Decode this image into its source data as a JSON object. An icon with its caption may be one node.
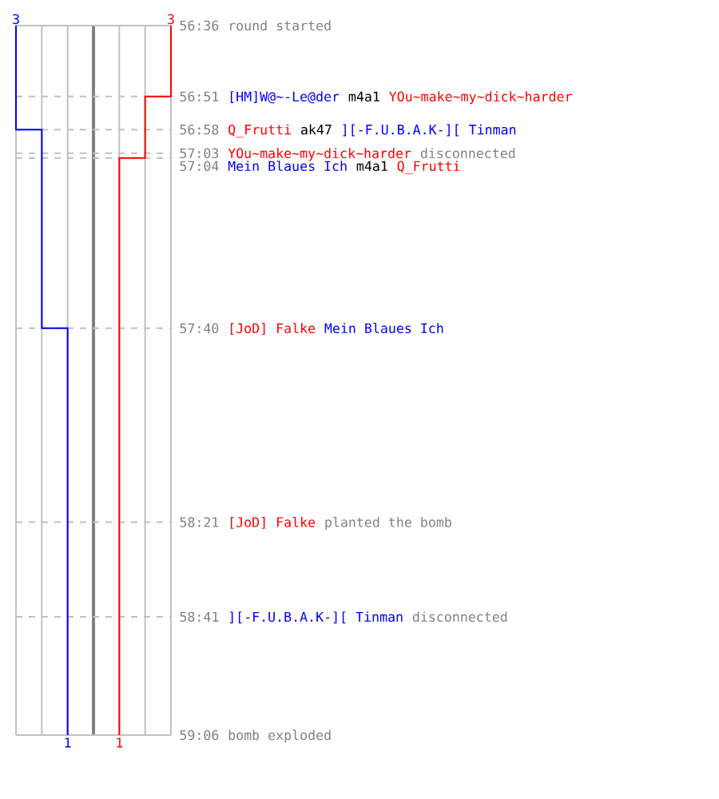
{
  "diagram": {
    "labels": [
      "3",
      "3",
      "56:36",
      "round started",
      "56:51",
      "[HM]W@~-Le@der",
      "m4a1",
      "YOu~make~my~dick~harder",
      "56:58",
      "Q_Frutti",
      "ak47",
      "][-F.U.B.A.K-][ Tinman",
      "57:03",
      "YOu~make~my~dick~harder",
      "disconnected",
      "57:04",
      "Mein Blaues Ich",
      "m4a1",
      "Q_Frutti",
      "57:40",
      "[JoD] Falke",
      "Mein Blaues Ich",
      "58:21",
      "[JoD] Falke",
      "planted the bomb",
      "58:41",
      "][-F.U.B.A.K-][ Tinman",
      "disconnected",
      "59:06",
      "bomb exploded",
      "1",
      "1"
    ]
  }
}
